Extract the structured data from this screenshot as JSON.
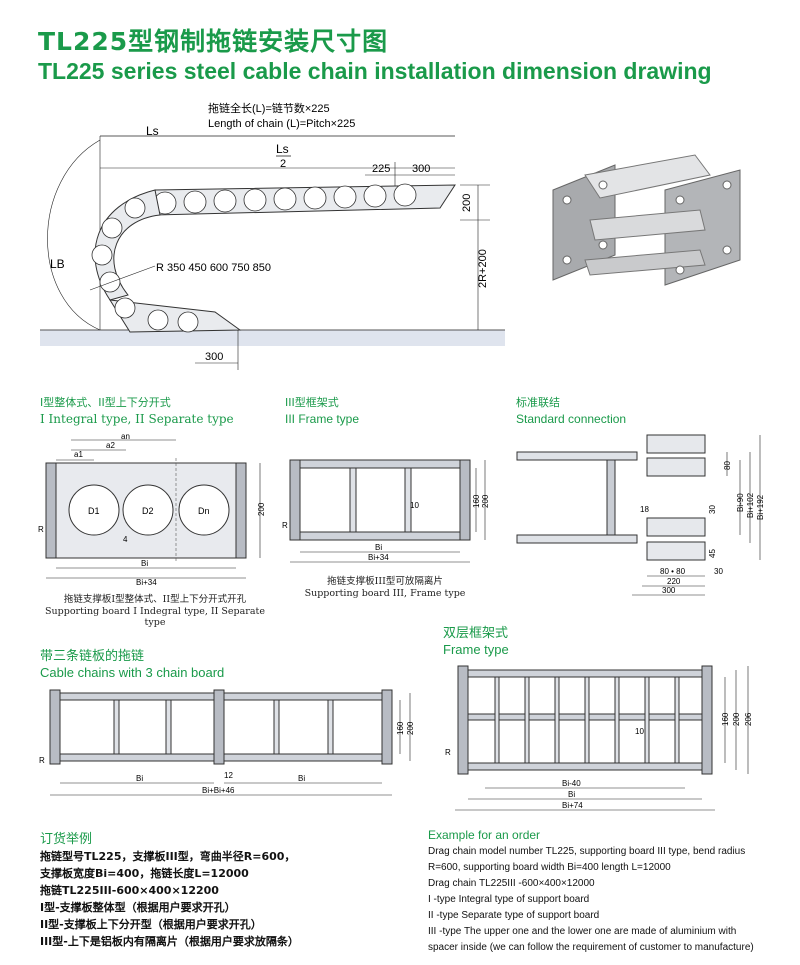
{
  "title": {
    "cn": "TL225型钢制拖链安装尺寸图",
    "en": "TL225 series steel cable chain installation dimension drawing"
  },
  "install_drawing": {
    "formula_cn": "拖链全长(L)=链节数×225",
    "formula_en": "Length of chain (L)=Pitch×225",
    "ls": "Ls",
    "ls_half_num": "Ls",
    "ls_half_den": "2",
    "lb": "LB",
    "radius": "R 350  450  600  750  850",
    "dim_225": "225",
    "dim_300_top": "300",
    "dim_200": "200",
    "dim_2r200": "2R+200",
    "dim_300_bottom": "300"
  },
  "section_integral": {
    "title_cn": "I型整体式、II型上下分开式",
    "title_en": "I Integral type, II Separate type",
    "labels": {
      "an": "an",
      "a2": "a2",
      "a1": "a1",
      "d1": "D1",
      "d2": "D2",
      "dn": "Dn",
      "four": "4",
      "r": "R",
      "h200": "200",
      "bi": "Bi",
      "bi34": "Bi+34"
    },
    "caption_cn": "拖链支撑板I型整体式、II型上下分开式开孔",
    "caption_en": "Supporting board I Indegral type, II Separate type"
  },
  "section_frame": {
    "title_cn": "III型框架式",
    "title_en": "III Frame type",
    "labels": {
      "ten": "10",
      "h160": "160",
      "h200": "200",
      "r": "R",
      "bi": "Bi",
      "bi34": "Bi+34"
    },
    "caption_cn": "拖链支撑板III型可放隔离片",
    "caption_en": "Supporting board III, Frame type"
  },
  "section_standard": {
    "title_cn": "标准联结",
    "title_en": "Standard connection",
    "labels": {
      "d80": "80",
      "d18": "18",
      "d30a": "30",
      "d45": "45",
      "d30b": "30",
      "d8080": "80 • 80",
      "d220": "220",
      "d300": "300",
      "bi90": "Bi-90",
      "bi102": "Bi+102",
      "bi192": "Bi+192"
    }
  },
  "section_three": {
    "title_cn": "带三条链板的拖链",
    "title_en": "Cable chains with 3 chain board",
    "labels": {
      "r": "R",
      "h160": "160",
      "h200": "200",
      "bi_left": "Bi",
      "twelve": "12",
      "bi_right": "Bi",
      "bi46": "Bi+Bi+46"
    }
  },
  "section_double": {
    "title_cn": "双层框架式",
    "title_en": "Frame type",
    "labels": {
      "r": "R",
      "ten": "10",
      "h160": "160",
      "h200": "200",
      "h206": "206",
      "bi40": "Bi-40",
      "bi": "Bi",
      "bi74": "Bi+74"
    }
  },
  "order_cn": {
    "heading": "订货举例",
    "lines": [
      "拖链型号TL225，支撑板III型，弯曲半径R=600，",
      "支撑板宽度Bi=400，拖链长度L=12000",
      "拖链TL225III-600×400×12200",
      "I型-支撑板整体型（根据用户要求开孔）",
      "II型-支撑板上下分开型（根据用户要求开孔）",
      "III型-上下是铝板内有隔离片（根据用户要求放隔条）"
    ]
  },
  "order_en": {
    "heading": "Example for an order",
    "lines": [
      "Drag chain model number TL225, supporting board III type, bend radius",
      "R=600, supporting board width Bi=400 length L=12000",
      "Drag chain TL225III -600×400×12000",
      "I -type Integral type of support board",
      "II -type Separate type of support board",
      "III -type The upper one and the lower one are made of aluminium with",
      "spacer inside  (we can follow the requirement of customer to manufacture)"
    ]
  }
}
